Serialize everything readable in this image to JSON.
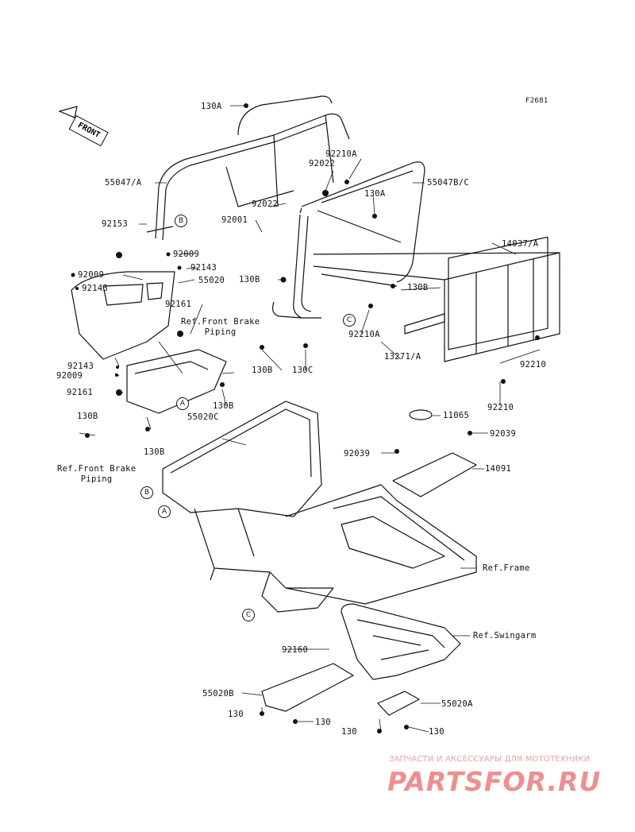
{
  "figure_code": "F2681",
  "front_marker": "FRONT",
  "watermark": {
    "tagline": "ЗАПЧАСТИ И АКСЕССУАРЫ ДЛЯ МОТОТЕХНИКИ",
    "logo": "PARTSFOR.RU"
  },
  "callouts": [
    "A",
    "B",
    "C"
  ],
  "part_labels": [
    "130A",
    "55047/A",
    "92210A",
    "92022",
    "55047B/C",
    "130A",
    "92022",
    "92001",
    "92153",
    "92009",
    "92143",
    "92009",
    "92143",
    "55020",
    "130B",
    "130B",
    "14037/A",
    "92161",
    "92210A",
    "130B",
    "130C",
    "13271/A",
    "92210",
    "92143",
    "92009",
    "92161",
    "130B",
    "55020C",
    "130B",
    "130B",
    "92210",
    "11065",
    "92039",
    "92039",
    "14091",
    "92160",
    "55020B",
    "130",
    "130",
    "130",
    "130",
    "55020A"
  ],
  "references": [
    "Ref.Front Brake\nPiping",
    "Ref.Front Brake\nPiping",
    "Ref.Frame",
    "Ref.Swingarm"
  ]
}
